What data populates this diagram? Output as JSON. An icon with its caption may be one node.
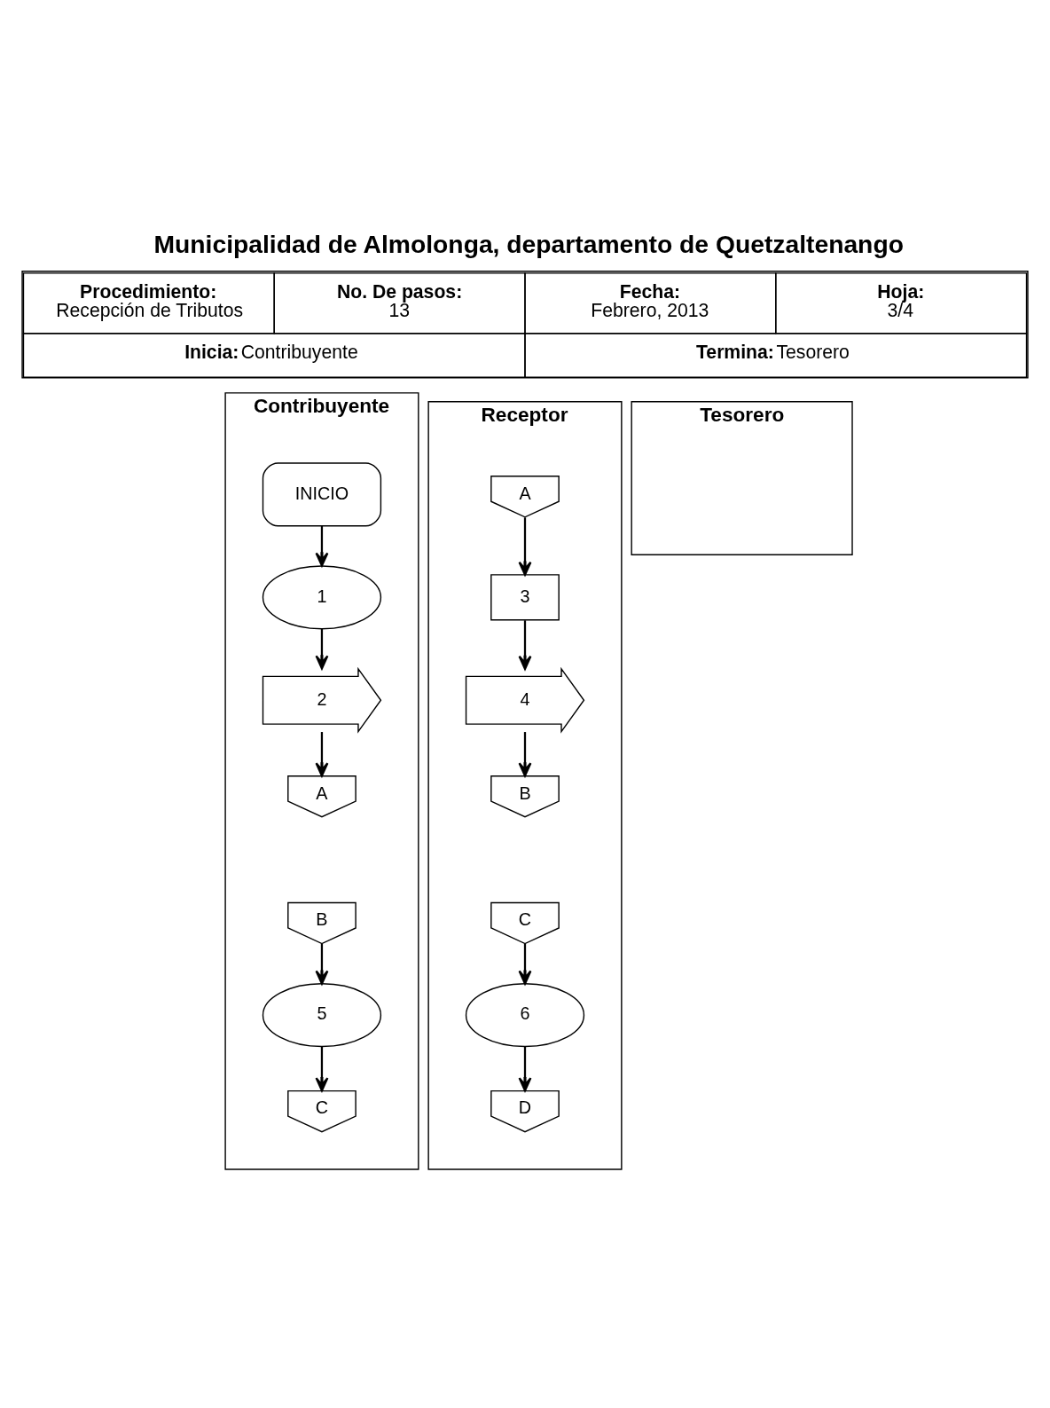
{
  "diagram": {
    "title": "Municipalidad de Almolonga, departamento de Quetzaltenango",
    "nodes": [
      {
        "text": [
          "Contribuyente"
        ]
      },
      {
        "text": [
          "INICIO"
        ],
        "in": 0
      },
      {
        "text": [
          "1"
        ],
        "in": 0
      },
      {
        "text": [
          "2"
        ],
        "in": 0
      },
      {
        "text": [
          "A"
        ],
        "in": 0
      },
      {
        "text": [
          "B"
        ],
        "in": 0
      },
      {
        "text": [
          "5"
        ],
        "in": 0
      },
      {
        "text": [
          "C"
        ],
        "in": 0
      },
      {
        "text": [
          "Receptor"
        ]
      },
      {
        "text": [
          "A"
        ],
        "in": 8
      },
      {
        "text": [
          "3"
        ],
        "in": 8
      },
      {
        "text": [
          "4"
        ],
        "in": 8
      },
      {
        "text": [
          "B"
        ],
        "in": 8
      },
      {
        "text": [
          "C"
        ],
        "in": 8
      },
      {
        "text": [
          "6"
        ],
        "in": 8
      },
      {
        "text": [
          "D"
        ],
        "in": 8
      },
      {
        "text": [
          "Tesorero"
        ]
      }
    ],
    "edges": [
      {
        "from": 1,
        "to": 2,
        "arrow": "to"
      },
      {
        "from": 2,
        "to": 3,
        "arrow": "to"
      },
      {
        "from": 3,
        "to": 4,
        "arrow": "to"
      },
      {
        "from": 5,
        "to": 6,
        "arrow": "to"
      },
      {
        "from": 6,
        "to": 7,
        "arrow": "to"
      },
      {
        "from": 9,
        "to": 10,
        "arrow": "to"
      },
      {
        "from": 10,
        "to": 11,
        "arrow": "to"
      },
      {
        "from": 11,
        "to": 12,
        "arrow": "to"
      },
      {
        "from": 13,
        "to": 14,
        "arrow": "to"
      },
      {
        "from": 14,
        "to": 15,
        "arrow": "to"
      }
    ],
    "labels": [
      "Procedimiento:",
      "Recepción de Tributos",
      "No. De pasos:",
      "13",
      "Fecha:",
      "Febrero, 2013",
      "Hoja:",
      "3/4",
      "Inicia:",
      "Contribuyente",
      "Termina:",
      "Tesorero"
    ]
  }
}
